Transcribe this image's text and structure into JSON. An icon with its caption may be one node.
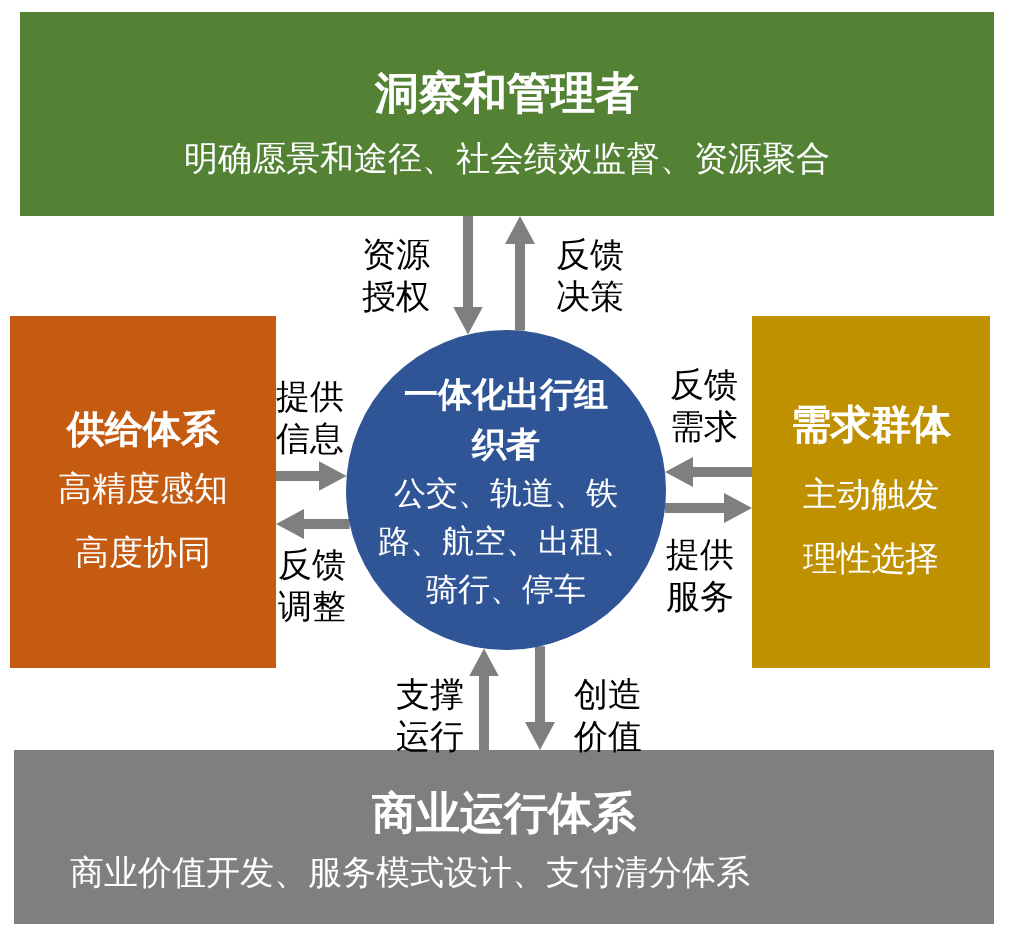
{
  "diagram": {
    "nodes": [
      {
        "text": [
          "洞察和管理者",
          "明确愿景和途径、社会绩效监督、资源聚合"
        ]
      },
      {
        "text": [
          "供给体系",
          "高精度感知",
          "高度协同"
        ]
      },
      {
        "text": [
          "一体化出行组织者",
          "公交、轨道、铁路、航空、出租、骑行、停车"
        ]
      },
      {
        "text": [
          "需求群体",
          "主动触发",
          "理性选择"
        ]
      },
      {
        "text": [
          "商业运行体系",
          "商业价值开发、服务模式设计、支付清分体系"
        ]
      }
    ],
    "edges": [
      {
        "from": 0,
        "to": 2,
        "arrow": "to",
        "label": "资源授权"
      },
      {
        "from": 2,
        "to": 0,
        "arrow": "to",
        "label": "反馈决策"
      },
      {
        "from": 1,
        "to": 2,
        "arrow": "to",
        "label": "提供信息"
      },
      {
        "from": 2,
        "to": 1,
        "arrow": "to",
        "label": "反馈调整"
      },
      {
        "from": 3,
        "to": 2,
        "arrow": "to",
        "label": "反馈需求"
      },
      {
        "from": 2,
        "to": 3,
        "arrow": "to",
        "label": "提供服务"
      },
      {
        "from": 4,
        "to": 2,
        "arrow": "to",
        "label": "支撑运行"
      },
      {
        "from": 2,
        "to": 4,
        "arrow": "to",
        "label": "创造价值"
      }
    ]
  }
}
